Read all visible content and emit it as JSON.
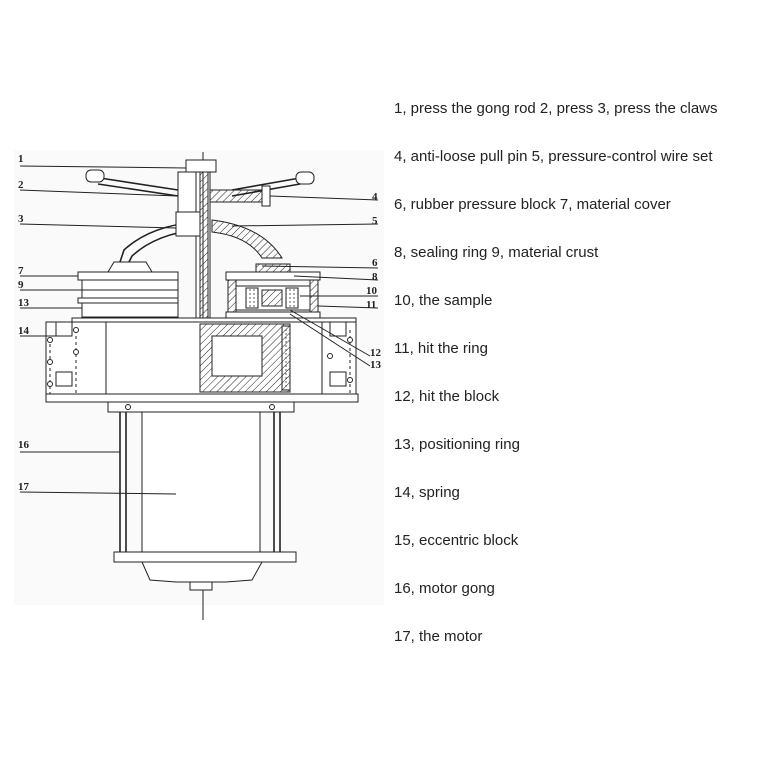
{
  "legend": [
    "1, press the gong rod 2, press 3, press the claws",
    "4, anti-loose pull pin 5, pressure-control wire set",
    "6, rubber pressure block 7, material cover",
    "8, sealing ring 9, material crust",
    "10, the sample",
    "11, hit the ring",
    "12, hit the block",
    "13, positioning ring",
    "14, spring",
    "15, eccentric block",
    "16, motor gong",
    "17, the motor"
  ],
  "callouts": {
    "left": [
      "1",
      "2",
      "3",
      "7",
      "9",
      "13",
      "14",
      "16",
      "17"
    ],
    "right": [
      "4",
      "5",
      "6",
      "8",
      "10",
      "11",
      "12",
      "13"
    ]
  }
}
